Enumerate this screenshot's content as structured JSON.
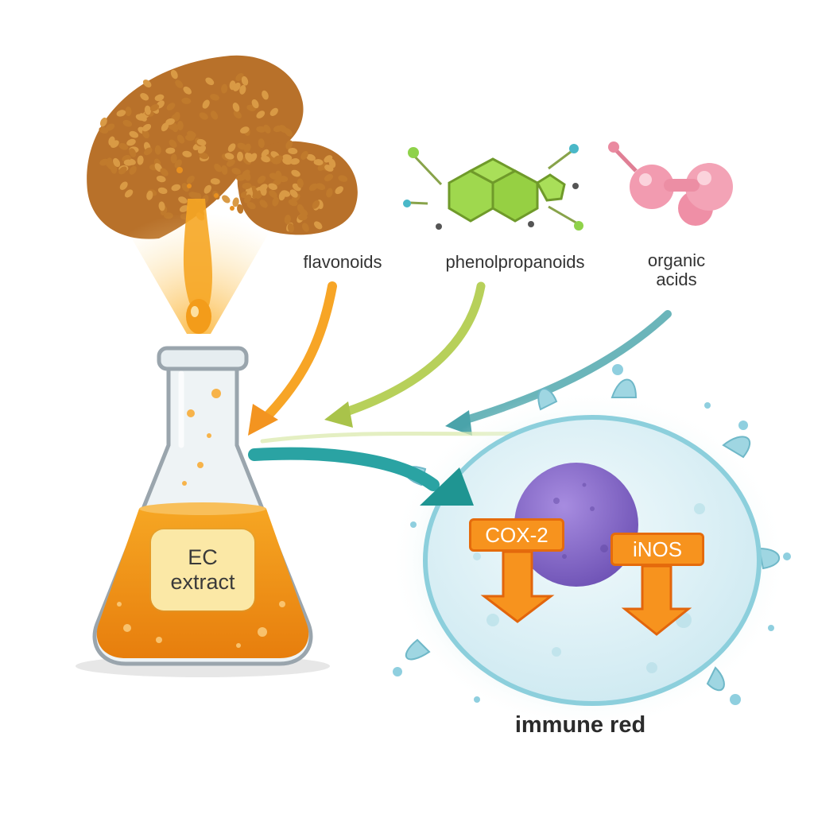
{
  "labels": {
    "flavonoids": "flavonoids",
    "phenolpropanoids": "phenolpropanoids",
    "organic_acids_line1": "organic",
    "organic_acids_line2": "acids",
    "ec_line1": "EC",
    "ec_line2": "extract",
    "cox2": "COX-2",
    "inos": "iNOS",
    "cell": "immune red"
  },
  "colors": {
    "grain": "#c9832e",
    "extract": "#f39c1a",
    "hexagon": "#9fd84e",
    "organic_molecule": "#f29bb0",
    "cell": "#dff1f6",
    "nucleus": "#8a6cc9",
    "arrow_orange": "#f7931e",
    "arrow_teal": "#2aa3a3"
  },
  "icons": [
    "grain-pile-icon",
    "erlenmeyer-flask-icon",
    "hexagon-molecule-icon",
    "organic-molecule-icon",
    "immune-cell-icon",
    "down-arrow-icon"
  ]
}
